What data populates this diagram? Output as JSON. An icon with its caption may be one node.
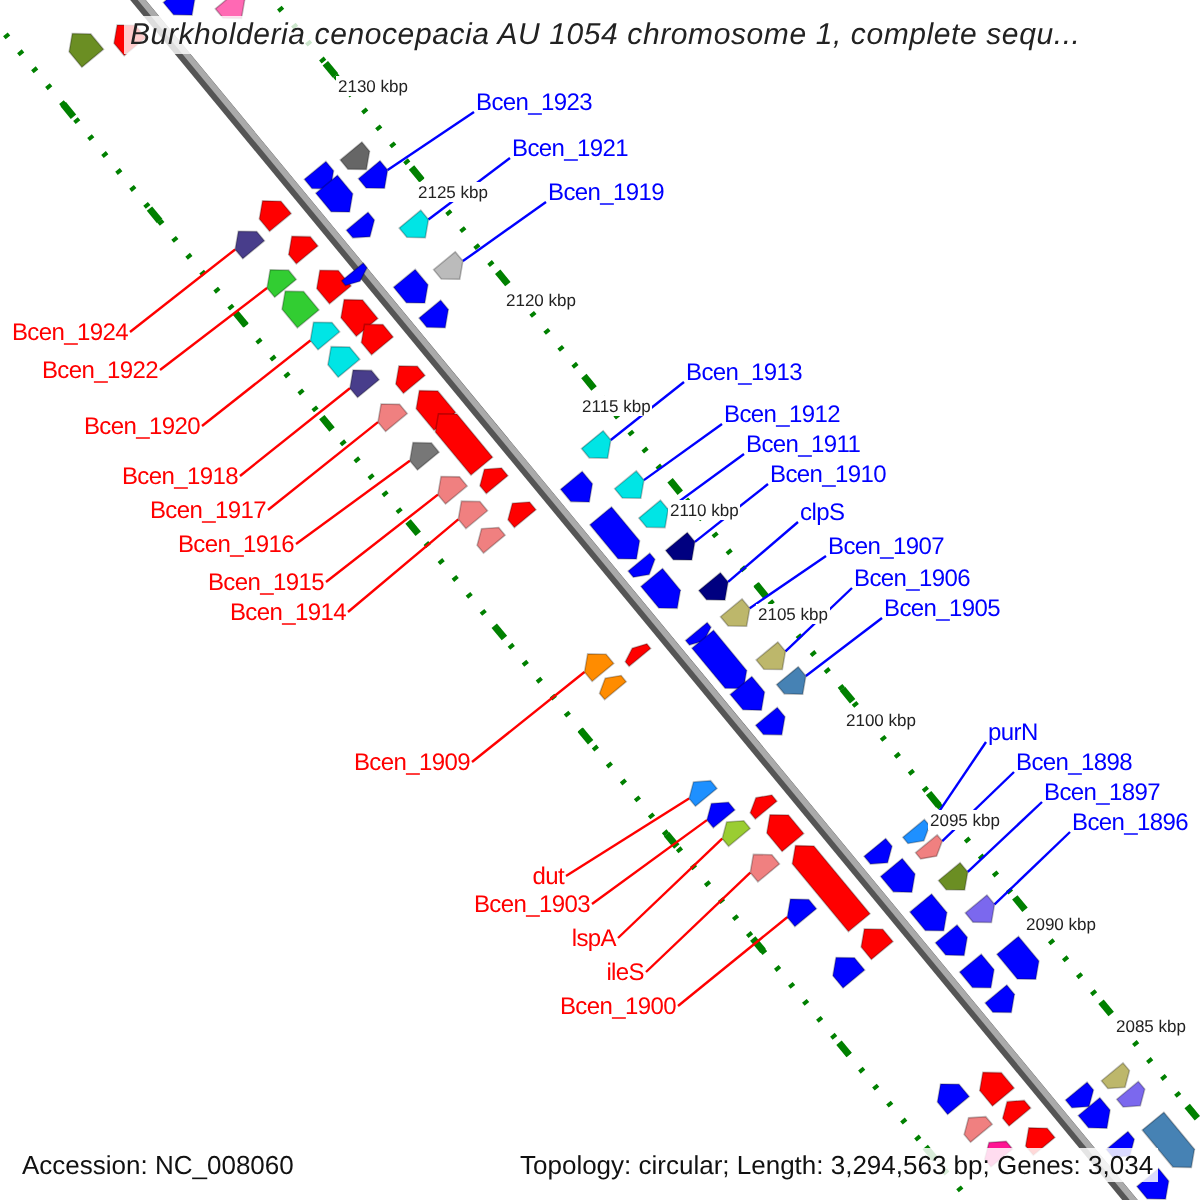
{
  "diagram": {
    "title": "Burkholderia cenocepacia AU 1054 chromosome 1, complete sequ...",
    "nodes": [
      {
        "text": [
          "Bcen_1923"
        ]
      },
      {
        "text": [
          "Bcen_1921"
        ]
      },
      {
        "text": [
          "Bcen_1919"
        ]
      },
      {
        "text": [
          "Bcen_1924"
        ]
      },
      {
        "text": [
          "Bcen_1922"
        ]
      },
      {
        "text": [
          "Bcen_1913"
        ]
      },
      {
        "text": [
          "Bcen_1912"
        ]
      },
      {
        "text": [
          "Bcen_1920"
        ]
      },
      {
        "text": [
          "Bcen_1911"
        ]
      },
      {
        "text": [
          "Bcen_1910"
        ]
      },
      {
        "text": [
          "Bcen_1918"
        ]
      },
      {
        "text": [
          "Bcen_1917"
        ]
      },
      {
        "text": [
          "clpS"
        ]
      },
      {
        "text": [
          "Bcen_1916"
        ]
      },
      {
        "text": [
          "Bcen_1907"
        ]
      },
      {
        "text": [
          "Bcen_1906"
        ]
      },
      {
        "text": [
          "Bcen_1915"
        ]
      },
      {
        "text": [
          "Bcen_1905"
        ]
      },
      {
        "text": [
          "Bcen_1914"
        ]
      },
      {
        "text": [
          "purN"
        ]
      },
      {
        "text": [
          "Bcen_1909"
        ]
      },
      {
        "text": [
          "Bcen_1898"
        ]
      },
      {
        "text": [
          "Bcen_1897"
        ]
      },
      {
        "text": [
          "Bcen_1896"
        ]
      },
      {
        "text": [
          "dut"
        ]
      },
      {
        "text": [
          "Bcen_1903"
        ]
      },
      {
        "text": [
          "lspA"
        ]
      },
      {
        "text": [
          "ileS"
        ]
      },
      {
        "text": [
          "Bcen_1900"
        ]
      },
      {
        "text": [],
        "shape": "arrow"
      },
      {
        "text": [],
        "shape": "arrow"
      },
      {
        "text": [],
        "shape": "arrow"
      },
      {
        "text": [],
        "shape": "arrow"
      },
      {
        "text": [],
        "shape": "arrow"
      },
      {
        "text": [],
        "shape": "arrow"
      },
      {
        "text": [],
        "shape": "arrow"
      },
      {
        "text": [],
        "shape": "arrow"
      },
      {
        "text": [],
        "shape": "arrow"
      },
      {
        "text": [],
        "shape": "arrow"
      },
      {
        "text": [],
        "shape": "arrow"
      },
      {
        "text": [],
        "shape": "arrow"
      },
      {
        "text": [],
        "shape": "arrow"
      },
      {
        "text": [],
        "shape": "arrow"
      },
      {
        "text": [],
        "shape": "arrow"
      },
      {
        "text": [],
        "shape": "arrow"
      },
      {
        "text": [],
        "shape": "arrow"
      },
      {
        "text": [],
        "shape": "arrow"
      },
      {
        "text": [],
        "shape": "arrow"
      },
      {
        "text": [],
        "shape": "arrow"
      },
      {
        "text": [],
        "shape": "arrow"
      },
      {
        "text": [],
        "shape": "arrow"
      },
      {
        "text": [],
        "shape": "arrow"
      },
      {
        "text": [],
        "shape": "arrow"
      },
      {
        "text": [],
        "shape": "arrow"
      },
      {
        "text": [],
        "shape": "arrow"
      },
      {
        "text": [],
        "shape": "arrow"
      },
      {
        "text": [],
        "shape": "arrow"
      },
      {
        "text": [],
        "shape": "arrow"
      },
      {
        "text": [],
        "shape": "arrow"
      },
      {
        "text": [],
        "shape": "arrow"
      },
      {
        "text": [],
        "shape": "arrow"
      },
      {
        "text": [],
        "shape": "arrow"
      },
      {
        "text": [],
        "shape": "arrow"
      },
      {
        "text": [],
        "shape": "arrow"
      },
      {
        "text": [],
        "shape": "arrow"
      },
      {
        "text": [],
        "shape": "arrow"
      },
      {
        "text": [],
        "shape": "arrow"
      },
      {
        "text": [],
        "shape": "arrow"
      },
      {
        "text": [],
        "shape": "arrow"
      },
      {
        "text": [],
        "shape": "arrow"
      },
      {
        "text": [],
        "shape": "arrow"
      },
      {
        "text": [],
        "shape": "arrow"
      },
      {
        "text": [],
        "shape": "arrow"
      },
      {
        "text": [],
        "shape": "arrow"
      },
      {
        "text": [],
        "shape": "arrow"
      },
      {
        "text": [],
        "shape": "arrow"
      },
      {
        "text": [],
        "shape": "arrow"
      },
      {
        "text": [],
        "shape": "arrow"
      },
      {
        "text": [],
        "shape": "arrow"
      },
      {
        "text": [],
        "shape": "arrow"
      },
      {
        "text": [],
        "shape": "arrow"
      },
      {
        "text": [],
        "shape": "arrow"
      },
      {
        "text": [],
        "shape": "arrow"
      },
      {
        "text": [],
        "shape": "arrow"
      },
      {
        "text": [],
        "shape": "arrow"
      },
      {
        "text": [],
        "shape": "arrow"
      },
      {
        "text": [],
        "shape": "arrow"
      },
      {
        "text": [],
        "shape": "arrow"
      },
      {
        "text": [],
        "shape": "arrow"
      },
      {
        "text": [],
        "shape": "arrow"
      },
      {
        "text": [],
        "shape": "arrow"
      },
      {
        "text": [],
        "shape": "arrow"
      },
      {
        "text": [],
        "shape": "arrow"
      },
      {
        "text": [],
        "shape": "arrow"
      },
      {
        "text": [],
        "shape": "arrow"
      },
      {
        "text": [],
        "shape": "arrow"
      },
      {
        "text": [],
        "shape": "arrow"
      },
      {
        "text": [],
        "shape": "arrow"
      },
      {
        "text": [],
        "shape": "arrow"
      },
      {
        "text": [],
        "shape": "arrow"
      },
      {
        "text": [],
        "shape": "arrow"
      },
      {
        "text": [],
        "shape": "arrow"
      },
      {
        "text": [],
        "shape": "arrow"
      },
      {
        "text": [],
        "shape": "arrow"
      },
      {
        "text": [],
        "shape": "arrow"
      },
      {
        "text": [],
        "shape": "arrow"
      },
      {
        "text": [],
        "shape": "arrow"
      },
      {
        "text": [],
        "shape": "arrow"
      },
      {
        "text": [],
        "shape": "arrow"
      },
      {
        "text": [],
        "shape": "arrow"
      },
      {
        "text": [],
        "shape": "arrow"
      },
      {
        "text": [],
        "shape": "arrow"
      },
      {
        "text": [],
        "shape": "arrow"
      },
      {
        "text": [],
        "shape": "arrow"
      },
      {
        "text": [],
        "shape": "arrow"
      },
      {
        "text": [],
        "shape": "arrow"
      },
      {
        "text": [],
        "shape": "arrow"
      }
    ],
    "edges": [
      {
        "from": 0,
        "to": 38,
        "arrow": "none"
      },
      {
        "from": 1,
        "to": 45,
        "arrow": "none"
      },
      {
        "from": 2,
        "to": 50,
        "arrow": "none"
      },
      {
        "from": 3,
        "to": 34,
        "arrow": "none",
        "color": "#ff0000"
      },
      {
        "from": 4,
        "to": 40,
        "arrow": "none",
        "color": "#ff0000"
      },
      {
        "from": 5,
        "to": 64,
        "arrow": "none"
      },
      {
        "from": 6,
        "to": 66,
        "arrow": "none"
      },
      {
        "from": 7,
        "to": 46,
        "arrow": "none",
        "color": "#ff0000"
      },
      {
        "from": 8,
        "to": 68,
        "arrow": "none"
      },
      {
        "from": 9,
        "to": 70,
        "arrow": "none"
      },
      {
        "from": 10,
        "to": 52,
        "arrow": "none",
        "color": "#ff0000"
      },
      {
        "from": 11,
        "to": 55,
        "arrow": "none",
        "color": "#ff0000"
      },
      {
        "from": 12,
        "to": 74,
        "arrow": "none"
      },
      {
        "from": 13,
        "to": 57,
        "arrow": "none",
        "color": "#ff0000"
      },
      {
        "from": 14,
        "to": 77,
        "arrow": "none"
      },
      {
        "from": 15,
        "to": 79,
        "arrow": "none"
      },
      {
        "from": 16,
        "to": 59,
        "arrow": "none",
        "color": "#ff0000"
      },
      {
        "from": 17,
        "to": 81,
        "arrow": "none"
      },
      {
        "from": 18,
        "to": 61,
        "arrow": "none",
        "color": "#ff0000"
      },
      {
        "from": 19,
        "to": 92,
        "arrow": "none"
      },
      {
        "from": 20,
        "to": 72,
        "arrow": "none",
        "color": "#ff0000"
      },
      {
        "from": 21,
        "to": 93,
        "arrow": "none"
      },
      {
        "from": 22,
        "to": 97,
        "arrow": "none"
      },
      {
        "from": 23,
        "to": 99,
        "arrow": "none"
      },
      {
        "from": 24,
        "to": 83,
        "arrow": "none",
        "color": "#ff0000"
      },
      {
        "from": 25,
        "to": 84,
        "arrow": "none",
        "color": "#ff0000"
      },
      {
        "from": 26,
        "to": 86,
        "arrow": "none",
        "color": "#ff0000"
      },
      {
        "from": 27,
        "to": 88,
        "arrow": "none",
        "color": "#ff0000"
      },
      {
        "from": 28,
        "to": 90,
        "arrow": "none",
        "color": "#ff0000"
      }
    ],
    "labels": [
      "2130 kbp",
      "2125 kbp",
      "2120 kbp",
      "2115 kbp",
      "2110 kbp",
      "2105 kbp",
      "2100 kbp",
      "2095 kbp",
      "2090 kbp",
      "2085 kbp",
      "Accession: NC_008060",
      "Topology: circular; Length: 3,294,563 bp; Genes: 3,034"
    ]
  }
}
